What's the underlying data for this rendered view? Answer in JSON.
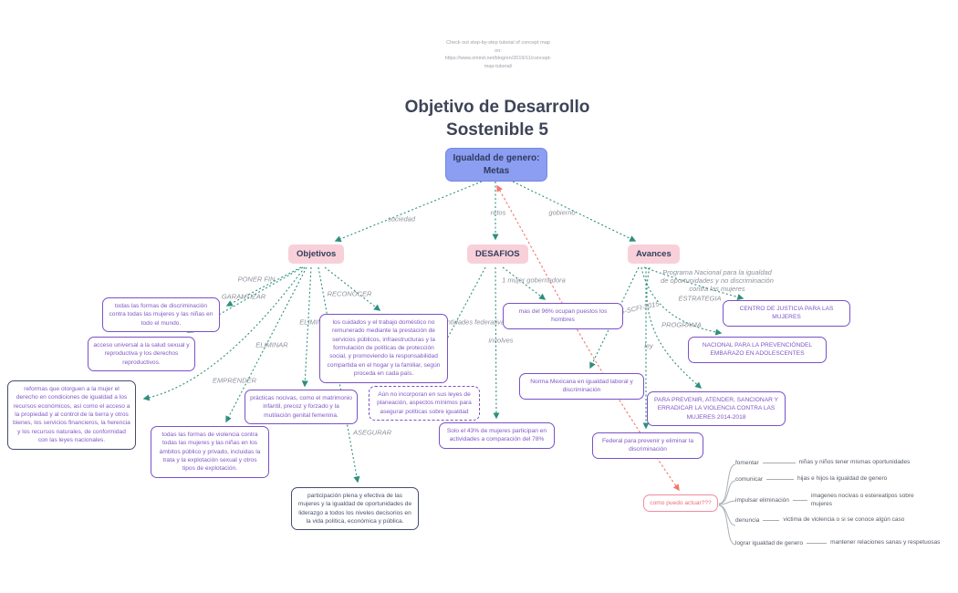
{
  "colors": {
    "connector_teal": "#2e8f7d",
    "connector_red": "#f4756f",
    "node_purple_border": "#7b50c8",
    "node_purple_text": "#8257c5",
    "branch_pink_bg": "#f8d0da",
    "root_blue_bg": "#8c9ef2",
    "dark_border": "#454c6d",
    "edge_label_gray": "#8d929b"
  },
  "note": "Check out step-by-step tutorial of concept map\non:\nhttps://www.xmind.net/blog/en/2019/11/concept-\nmap-tutorial/",
  "title": "Objetivo de Desarrollo\nSostenible 5",
  "root": {
    "label": "Igualdad de genero:\nMetas"
  },
  "branches": {
    "objetivos": {
      "label": "Objetivos"
    },
    "desafios": {
      "label": "DESAFIOS"
    },
    "avances": {
      "label": "Avances"
    }
  },
  "edge_labels": {
    "sociedad": "sociedad",
    "retos": "retos",
    "gobierno": "gobierno",
    "poner_fin": "PONER FIN",
    "garantizar": "GARANTIZAR",
    "reconocer": "RECONOCER",
    "eliminar_1": "ELIMINAR",
    "eliminar_2": "ELIMINAR",
    "emprender": "EMPRENDER",
    "asegurar": "ASEGURAR",
    "mujer_gobernadora": "1 mujer gobernadora",
    "entidades_federativas": "19 entidades federativas",
    "involves": "involves",
    "nmx": "NMX-R-025-SCFI-2015",
    "ley": "ley",
    "programa_nacional": "Programa Nacional para la igualdad\nde oportunidades y no discriminación\ncontra las mujeres",
    "estrategia": "ESTRATEGIA",
    "programa": "PROGRAMA"
  },
  "nodes": {
    "discriminacion": "todas las formas de discriminación contra todas las mujeres y las niñas en todo el mundo.",
    "salud": "acceso universal a la salud sexual y reproductiva y los derechos reproductivos.",
    "reformas": "reformas que otorguen a la mujer el derecho en condiciones de igualdad a los recursos económicos, así como el acceso a la propiedad y al control de la tierra y otros bienes, los servicios financieros, la herencia y los recursos naturales, de conformidad con las leyes nacionales.",
    "practicas": "prácticas nocivas, como el matrimonio infantil, precoz y forzado y la mutilación genital femenina.",
    "violencia": "todas las formas de violencia contra todas las mujeres y las niñas en los ámbitos público y privado, incluidas la trata y la explotación sexual y otros tipos de explotación.",
    "cuidados": "los cuidados y el trabajo doméstico no remunerado mediante la prestación de servicios públicos, infraestructuras y la formulación de políticas de protección social, y promoviendo la responsabilidad compartida en el hogar y la familiar, según proceda en cada país.",
    "leyes_planeacion": "Aún no incorporan en sus leyes de planeación, aspectos mínimos para asegurar políticas sobre igualdad",
    "participacion_43": "Solo el  43% de mujeres participan en actividades a comparación del 78%",
    "participacion_plena": "participación plena y efectiva de las mujeres y la igualdad de oportunidades de liderazgo a todos los niveles decisorios en la vida política, económica y pública.",
    "puestos_hombres": "mas del 96% ocupan puestos los hombres",
    "norma_mexicana": "Norma Mexicana en igualdad laboral y discriminación",
    "federal_discriminacion": "Federal para prevenir y eliminar la discriminación",
    "centro_justicia": "CENTRO DE JUSTICIA PARA LAS MUJERES",
    "prevencion_embarazo": "NACIONAL PARA LA PREVENCIÓNDEL EMBARAZO EN ADOLESCENTES",
    "prevenir_violencia": "PARA PREVENIR, ATENDER, SANCIONAR Y ERRADICAR LA VIOLENCIA CONTRA LAS MUJERES  2014-2018",
    "como_actuar": "como puedo actuar???"
  },
  "action_tree": {
    "items": [
      {
        "label": "fomentar",
        "detail": "niñas y niños tener mismas oportunidades"
      },
      {
        "label": "comunicar",
        "detail": "hijas e hijos la igualdad de genero"
      },
      {
        "label": "impulsar eliminación",
        "detail": "imagenes nocivas o estereatipos sobre mujeres"
      },
      {
        "label": "denuncia",
        "detail": "victima de violencia o si se conoce algún caso"
      },
      {
        "label": "lograr igualdad de genero",
        "detail": "mantener relaciones sanas y respetuosas"
      }
    ]
  }
}
